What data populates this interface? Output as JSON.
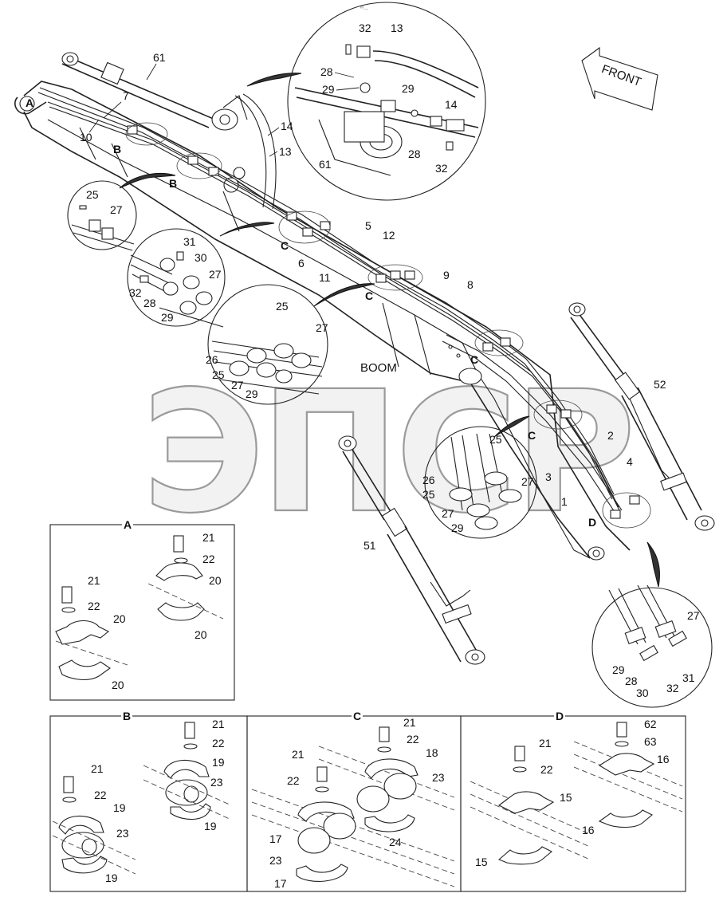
{
  "title_marks": "ᵐ...",
  "front_label": "FRONT",
  "boom_label": "BOOM",
  "watermark": "ЭПСР",
  "main_labels": {
    "p61": "61",
    "p7": "7",
    "p10": "10",
    "pA": "A",
    "pB1": "B",
    "pB2": "B",
    "p25": "25",
    "p27": "27",
    "p32": "32",
    "p13": "13",
    "p28": "28",
    "p29": "29",
    "p14": "14",
    "p29b": "29",
    "p28b": "28",
    "p32b": "32",
    "p61b": "61",
    "p14b": "14",
    "p13b": "13",
    "pC1": "C",
    "p6": "6",
    "p5": "5",
    "p12": "12",
    "p11": "11",
    "pC2": "C",
    "p9": "9",
    "p8": "8",
    "p31": "31",
    "p30": "30",
    "p27b": "27",
    "p32c": "32",
    "p28c": "28",
    "p29c": "29",
    "p25b": "25",
    "p27c": "27",
    "p26": "26",
    "p25c": "25",
    "p27d": "27",
    "p29d": "29",
    "pC3": "C",
    "pC4": "C",
    "p2": "2",
    "p4": "4",
    "p3": "3",
    "p1": "1",
    "pD": "D",
    "p52": "52",
    "p51": "51",
    "p25d": "25",
    "p26b": "26",
    "p25e": "25",
    "p27e": "27",
    "p27f": "27",
    "p29e": "29",
    "p27g": "27",
    "p29f": "29",
    "p28d": "28",
    "p30b": "30",
    "p32d": "32",
    "p31b": "31"
  },
  "detail_A": {
    "title": "A",
    "l21a": "21",
    "l22a": "22",
    "l20a": "20",
    "l20b": "20",
    "l21b": "21",
    "l22b": "22",
    "l20c": "20",
    "l20d": "20"
  },
  "detail_B": {
    "title": "B",
    "l21a": "21",
    "l22a": "22",
    "l19a": "19",
    "l23a": "23",
    "l19b": "19",
    "l21b": "21",
    "l22b": "22",
    "l19c": "19",
    "l23b": "23",
    "l19d": "19"
  },
  "detail_C": {
    "title": "C",
    "l21a": "21",
    "l22a": "22",
    "l18": "18",
    "l23a": "23",
    "l21b": "21",
    "l22b": "22",
    "l24": "24",
    "l17a": "17",
    "l23b": "23",
    "l17b": "17"
  },
  "detail_D": {
    "title": "D",
    "l62": "62",
    "l63": "63",
    "l16a": "16",
    "l21": "21",
    "l22": "22",
    "l15a": "15",
    "l16b": "16",
    "l15b": "15"
  }
}
